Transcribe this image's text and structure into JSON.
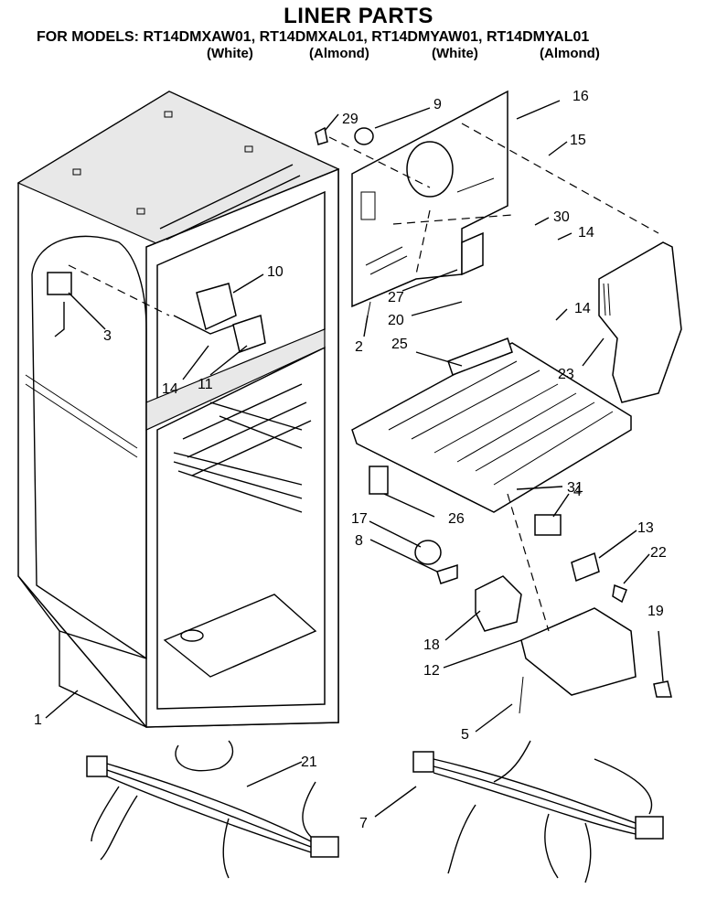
{
  "header": {
    "title": "LINER PARTS",
    "models_line": "FOR MODELS: RT14DMXAW01, RT14DMXAL01, RT14DMYAW01, RT14DMYAL01",
    "variants": [
      "(White)",
      "(Almond)",
      "(White)",
      "(Almond)"
    ]
  },
  "callouts": [
    "29",
    "9",
    "16",
    "15",
    "30",
    "14",
    "10",
    "3",
    "27",
    "20",
    "2",
    "14",
    "25",
    "23",
    "14",
    "11",
    "31",
    "4",
    "17",
    "26",
    "8",
    "13",
    "22",
    "19",
    "18",
    "12",
    "1",
    "5",
    "21",
    "7"
  ]
}
